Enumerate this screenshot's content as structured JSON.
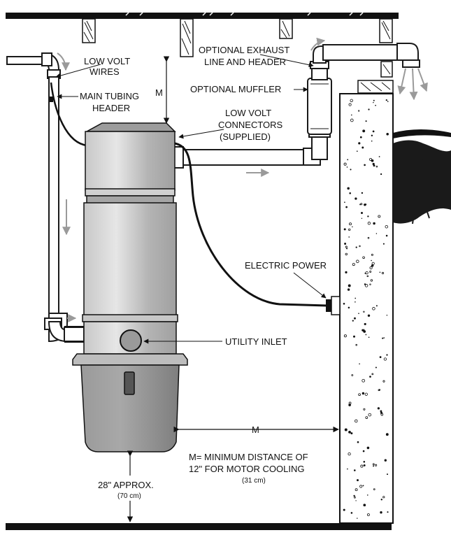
{
  "labels": {
    "low_volt_wires": [
      "LOW VOLT",
      "WIRES"
    ],
    "main_tubing_header": [
      "MAIN TUBING",
      "HEADER"
    ],
    "m_top": "M",
    "optional_exhaust": [
      "OPTIONAL EXHAUST",
      "LINE AND HEADER"
    ],
    "optional_muffler": "OPTIONAL MUFFLER",
    "low_volt_connectors": [
      "LOW VOLT",
      "CONNECTORS",
      "(SUPPLIED)"
    ],
    "electric_power": "ELECTRIC POWER",
    "utility_inlet": "UTILITY INLET",
    "m_side": "M",
    "m_definition": [
      "M= MINIMUM DISTANCE OF",
      "12\" FOR MOTOR COOLING"
    ],
    "m_definition_metric": "(31 cm)",
    "floor_clearance": "28\" APPROX.",
    "floor_clearance_metric": "(70 cm)"
  },
  "colors": {
    "ink": "#111111",
    "unit_body": "#b9b9b9",
    "unit_canister": "#8e8e8e",
    "unit_light": "#e2e2e2",
    "airflow_arrow": "#9a9a9a"
  }
}
